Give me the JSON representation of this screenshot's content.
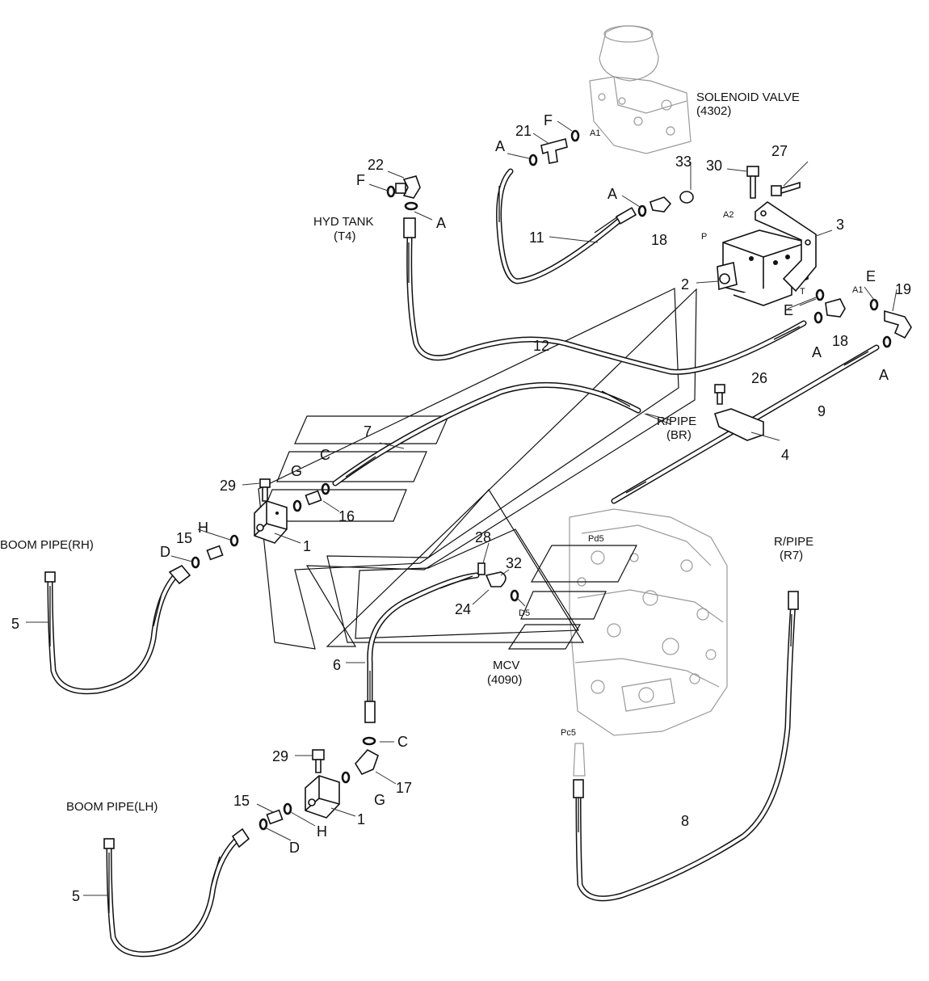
{
  "refs": {
    "solenoid_valve": "SOLENOID VALVE",
    "solenoid_valve_no": "(4302)",
    "hyd_tank": "HYD TANK",
    "hyd_tank_no": "(T4)",
    "r_pipe_br": "R/PIPE",
    "r_pipe_br_no": "(BR)",
    "r_pipe_r7": "R/PIPE",
    "r_pipe_r7_no": "(R7)",
    "boom_pipe_rh": "BOOM PIPE(RH)",
    "boom_pipe_lh": "BOOM PIPE(LH)",
    "mcv": "MCV",
    "mcv_no": "(4090)"
  },
  "ports": {
    "a1_top": "A1",
    "a2": "A2",
    "p": "P",
    "t": "T",
    "a1_right": "A1",
    "pd5": "Pd5",
    "d5": "D5",
    "pc5": "Pc5"
  },
  "letters": {
    "f_top": "F",
    "a_21": "A",
    "f_22": "F",
    "a_22": "A",
    "a_18": "A",
    "e_right": "E",
    "e_mid": "E",
    "a_18b": "A",
    "a_9": "A",
    "c_up": "C",
    "g_up": "G",
    "h_up": "H",
    "d_up": "D",
    "c_low": "C",
    "g_low": "G",
    "h_low": "H",
    "d_low": "D"
  },
  "callouts": {
    "n21": "21",
    "n22": "22",
    "n33": "33",
    "n30": "30",
    "n27": "27",
    "n3": "3",
    "n11": "11",
    "n18a": "18",
    "n2": "2",
    "n19": "19",
    "n12": "12",
    "n18b": "18",
    "n26": "26",
    "n9": "9",
    "n4": "4",
    "n7": "7",
    "n29a": "29",
    "n16": "16",
    "n1a": "1",
    "n15a": "15",
    "n5a": "5",
    "n28": "28",
    "n32": "32",
    "n24": "24",
    "n6": "6",
    "n29b": "29",
    "n17": "17",
    "n15b": "15",
    "n1b": "1",
    "n5b": "5",
    "n8": "8"
  }
}
